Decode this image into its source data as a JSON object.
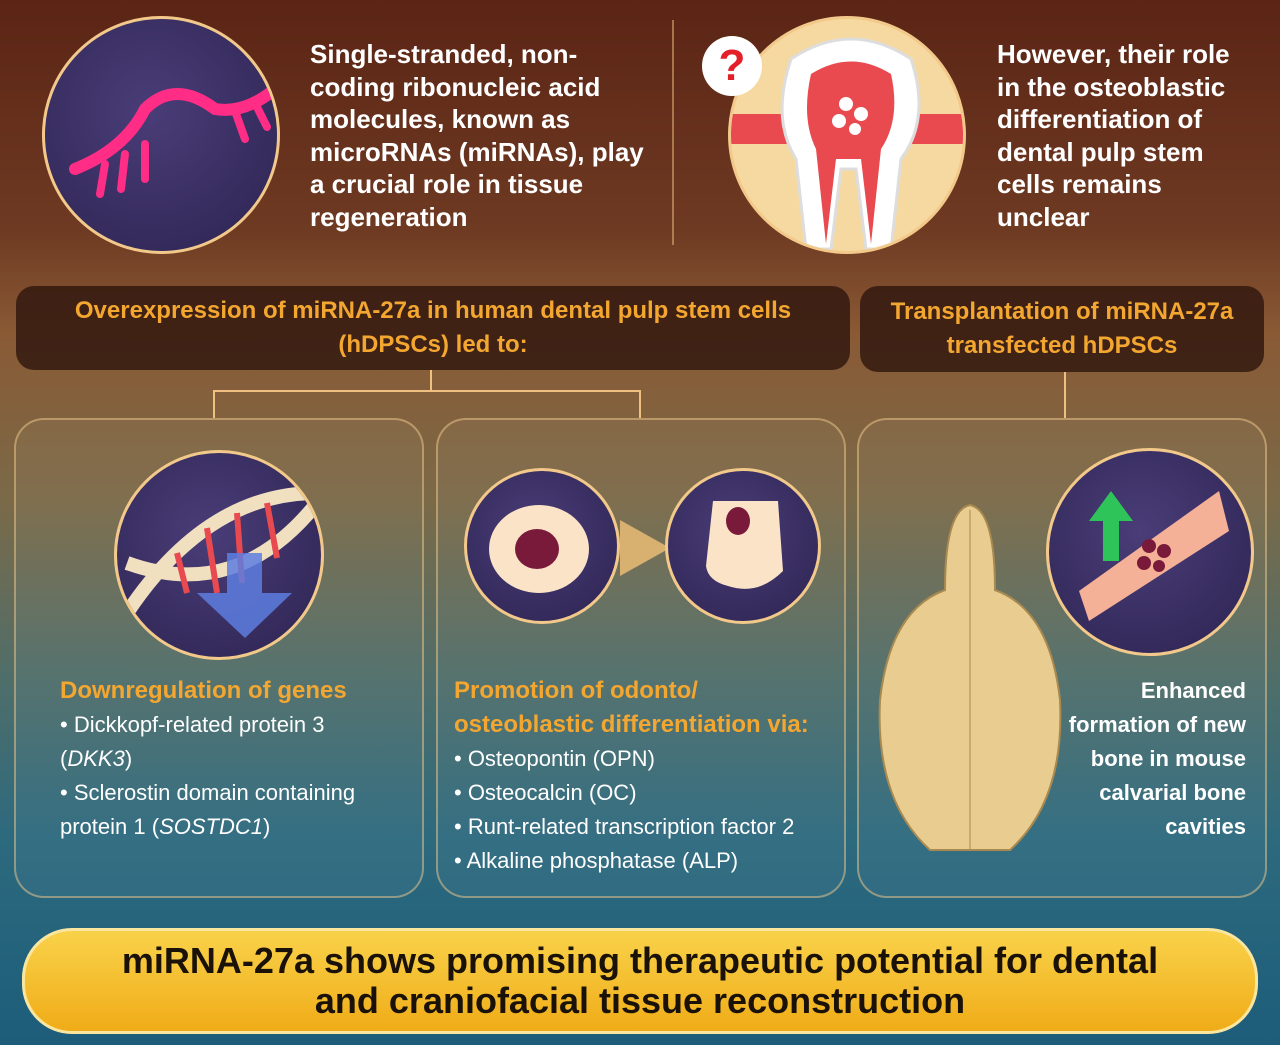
{
  "intro": {
    "left_text": "Single-stranded, non-coding ribonucleic acid molecules, known as microRNAs (miRNAs), play a crucial role in tissue regeneration",
    "right_text": "However, their role in the osteoblastic differentiation of dental pulp stem cells remains unclear",
    "question_mark": "?"
  },
  "headers": {
    "in_vitro": "Overexpression of miRNA-27a in human dental pulp stem cells (hDPSCs) led to:",
    "in_vivo": "Transplantation of miRNA-27a transfected hDPSCs"
  },
  "panel1": {
    "title": "Downregulation of genes",
    "items": [
      {
        "prefix": "• Dickkopf-related protein 3 (",
        "gene": "DKK3",
        "suffix": ")"
      },
      {
        "prefix": "• Sclerostin domain containing protein 1 (",
        "gene": "SOSTDC1",
        "suffix": ")"
      }
    ]
  },
  "panel2": {
    "title": "Promotion of odonto/ osteoblastic differentiation via:",
    "items": [
      "• Osteopontin (OPN)",
      "• Osteocalcin (OC)",
      "• Runt-related transcription factor 2",
      "• Alkaline phosphatase (ALP)"
    ]
  },
  "panel3": {
    "text": "Enhanced formation of new bone in mouse calvarial bone cavities"
  },
  "conclusion": "miRNA-27a shows promising therapeutic potential for dental and craniofacial tissue reconstruction",
  "colors": {
    "accent": "#f3a630",
    "banner": "#f5c12e"
  }
}
